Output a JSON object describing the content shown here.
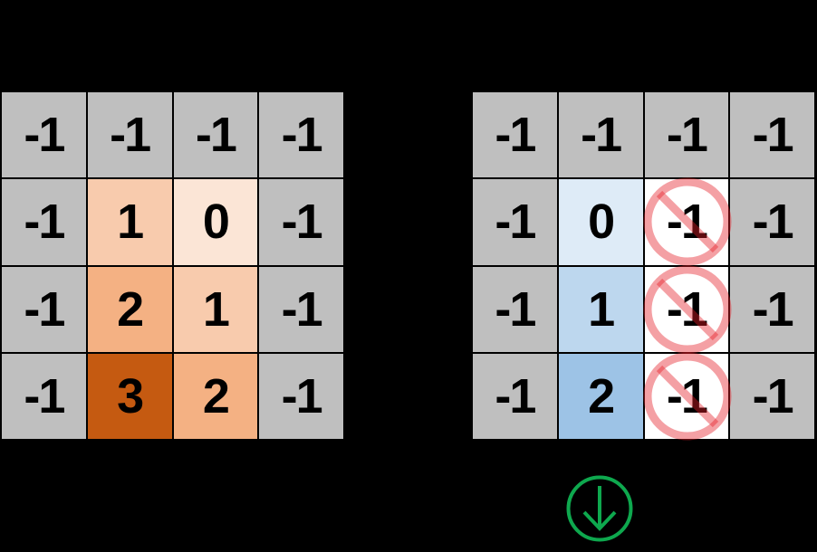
{
  "colors": {
    "canvas_bg": "#000000",
    "grid_line": "#000000",
    "cell_text": "#000000",
    "fills": {
      "wall": "#BFBFBF",
      "orange_0": "#FBE5D6",
      "orange_1": "#F8CBAD",
      "orange_2": "#F4B183",
      "orange_3": "#C55A11",
      "blue_0": "#DEEBF7",
      "blue_1": "#BDD7EE",
      "blue_2": "#9DC3E6",
      "banned": "#FFFFFF"
    },
    "no_symbol": "#E51C26",
    "no_symbol_opacity": "0.42",
    "arrow_green": "#0EA84E"
  },
  "icons": {
    "banned_cell": "no-entry-icon",
    "bottom_marker": "circled-down-arrow-icon"
  },
  "left_grid": {
    "rows": [
      [
        {
          "value": "-1",
          "fill": "wall"
        },
        {
          "value": "-1",
          "fill": "wall"
        },
        {
          "value": "-1",
          "fill": "wall"
        },
        {
          "value": "-1",
          "fill": "wall"
        }
      ],
      [
        {
          "value": "-1",
          "fill": "wall"
        },
        {
          "value": "1",
          "fill": "orange_1"
        },
        {
          "value": "0",
          "fill": "orange_0"
        },
        {
          "value": "-1",
          "fill": "wall"
        }
      ],
      [
        {
          "value": "-1",
          "fill": "wall"
        },
        {
          "value": "2",
          "fill": "orange_2"
        },
        {
          "value": "1",
          "fill": "orange_1"
        },
        {
          "value": "-1",
          "fill": "wall"
        }
      ],
      [
        {
          "value": "-1",
          "fill": "wall"
        },
        {
          "value": "3",
          "fill": "orange_3"
        },
        {
          "value": "2",
          "fill": "orange_2"
        },
        {
          "value": "-1",
          "fill": "wall"
        }
      ]
    ]
  },
  "right_grid": {
    "rows": [
      [
        {
          "value": "-1",
          "fill": "wall"
        },
        {
          "value": "-1",
          "fill": "wall"
        },
        {
          "value": "-1",
          "fill": "wall"
        },
        {
          "value": "-1",
          "fill": "wall"
        }
      ],
      [
        {
          "value": "-1",
          "fill": "wall"
        },
        {
          "value": "0",
          "fill": "blue_0"
        },
        {
          "value": "-1",
          "fill": "banned",
          "banned": true
        },
        {
          "value": "-1",
          "fill": "wall"
        }
      ],
      [
        {
          "value": "-1",
          "fill": "wall"
        },
        {
          "value": "1",
          "fill": "blue_1"
        },
        {
          "value": "-1",
          "fill": "banned",
          "banned": true
        },
        {
          "value": "-1",
          "fill": "wall"
        }
      ],
      [
        {
          "value": "-1",
          "fill": "wall"
        },
        {
          "value": "2",
          "fill": "blue_2"
        },
        {
          "value": "-1",
          "fill": "banned",
          "banned": true
        },
        {
          "value": "-1",
          "fill": "wall"
        }
      ]
    ]
  }
}
